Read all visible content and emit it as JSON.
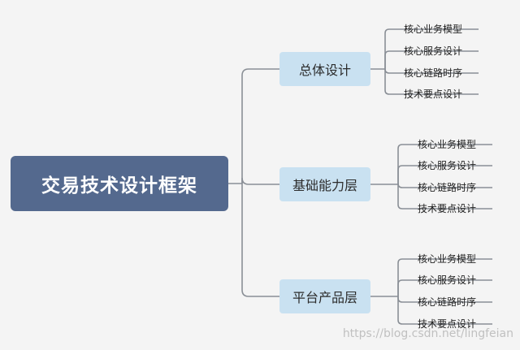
{
  "root": {
    "label": "交易技术设计框架"
  },
  "branches": [
    {
      "label": "总体设计",
      "items": [
        "核心业务模型",
        "核心服务设计",
        "核心链路时序",
        "技术要点设计"
      ]
    },
    {
      "label": "基础能力层",
      "items": [
        "核心业务模型",
        "核心服务设计",
        "核心链路时序",
        "技术要点设计"
      ]
    },
    {
      "label": "平台产品层",
      "items": [
        "核心业务模型",
        "核心服务设计",
        "核心链路时序",
        "技术要点设计"
      ]
    }
  ],
  "watermark": "https://blog.csdn.net/lingfeian",
  "colors": {
    "root_fill": "#54698e",
    "branch_fill": "#c9e1f1",
    "line": "#8a8f96"
  }
}
